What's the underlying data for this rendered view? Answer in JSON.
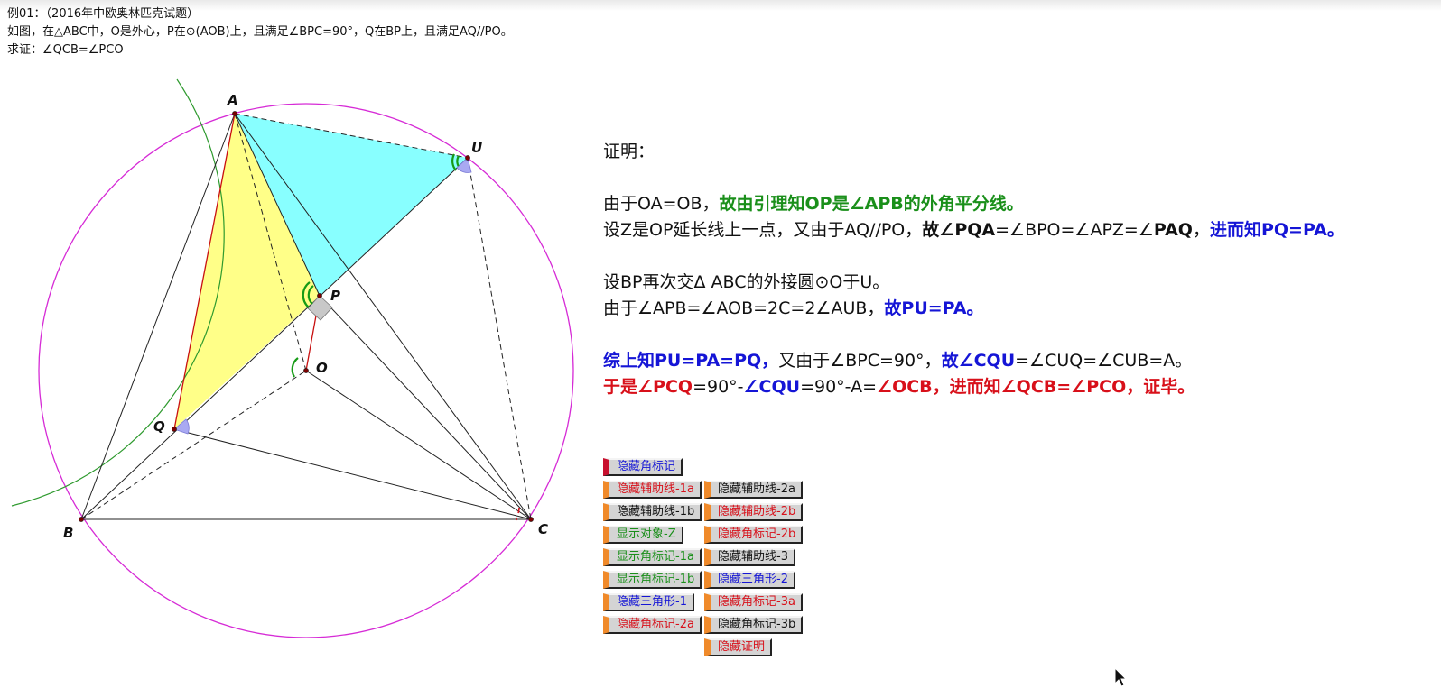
{
  "problem": {
    "line1": "例01：（2016年中欧奥林匹克试题）",
    "line2": "如图，在△ABC中，O是外心，P在⊙(AOB)上，且满足∠BPC=90°，Q在BP上，且满足AQ//PO。",
    "line3": "求证：∠QCB=∠PCO"
  },
  "labels": {
    "A": "A",
    "B": "B",
    "C": "C",
    "O": "O",
    "P": "P",
    "Q": "Q",
    "U": "U"
  },
  "proof": {
    "title": "证明：",
    "l1a": "由于OA=OB，",
    "l1b": "故由引理知OP是∠APB的外角平分线。",
    "l2a": "设Z是OP延长线上一点，又由于AQ//PO，",
    "l2b": "故∠",
    "l2c": "PQA",
    "l2d": "=∠BPO=∠APZ=∠",
    "l2e": "PAQ",
    "l2f": "，",
    "l2g": "进而知PQ=PA。",
    "l3": "设BP再次交Δ ABC的外接圆⊙O于U。",
    "l4a": "由于∠APB=∠AOB=2C=2∠AUB，",
    "l4b": "故PU=PA。",
    "l5a": "综上知PU=PA=PQ，",
    "l5b": "又由于∠BPC=90°，",
    "l5c": "故∠CQU",
    "l5d": "=∠CUQ=∠CUB=A。",
    "l6a": "于是∠PCQ",
    "l6b": "=90°-",
    "l6c": "∠CQU",
    "l6d": "=90°-A=",
    "l6e": "∠OCB，进而知∠QCB=∠PCO，证毕。"
  },
  "buttons": [
    {
      "label": "隐藏角标记",
      "color": "blue"
    },
    {
      "label": "隐藏辅助线-1a",
      "color": "red"
    },
    {
      "label": "隐藏辅助线-2a",
      "color": "black"
    },
    {
      "label": "隐藏辅助线-1b",
      "color": "black"
    },
    {
      "label": "隐藏辅助线-2b",
      "color": "red"
    },
    {
      "label": "显示对象-Z",
      "color": "green"
    },
    {
      "label": "隐藏角标记-2b",
      "color": "red"
    },
    {
      "label": "显示角标记-1a",
      "color": "green"
    },
    {
      "label": "隐藏辅助线-3",
      "color": "black"
    },
    {
      "label": "显示角标记-1b",
      "color": "green"
    },
    {
      "label": "隐藏三角形-2",
      "color": "blue"
    },
    {
      "label": "隐藏三角形-1",
      "color": "blue"
    },
    {
      "label": "隐藏角标记-3a",
      "color": "red"
    },
    {
      "label": "隐藏角标记-2a",
      "color": "red"
    },
    {
      "label": "隐藏角标记-3b",
      "color": "black"
    },
    {
      "label": "隐藏证明",
      "color": "red"
    }
  ],
  "colors": {
    "circumcircle": "#d62bd6",
    "circle_aob": "#2e9a2e",
    "triangle_apq": "#ffff88",
    "triangle_apu": "#88ffff",
    "angle_green": "#169b16",
    "angle_blue": "#a9a9f2",
    "angle_red": "#d8101a"
  },
  "icons": {
    "cursor": "mouse-cursor-icon"
  }
}
